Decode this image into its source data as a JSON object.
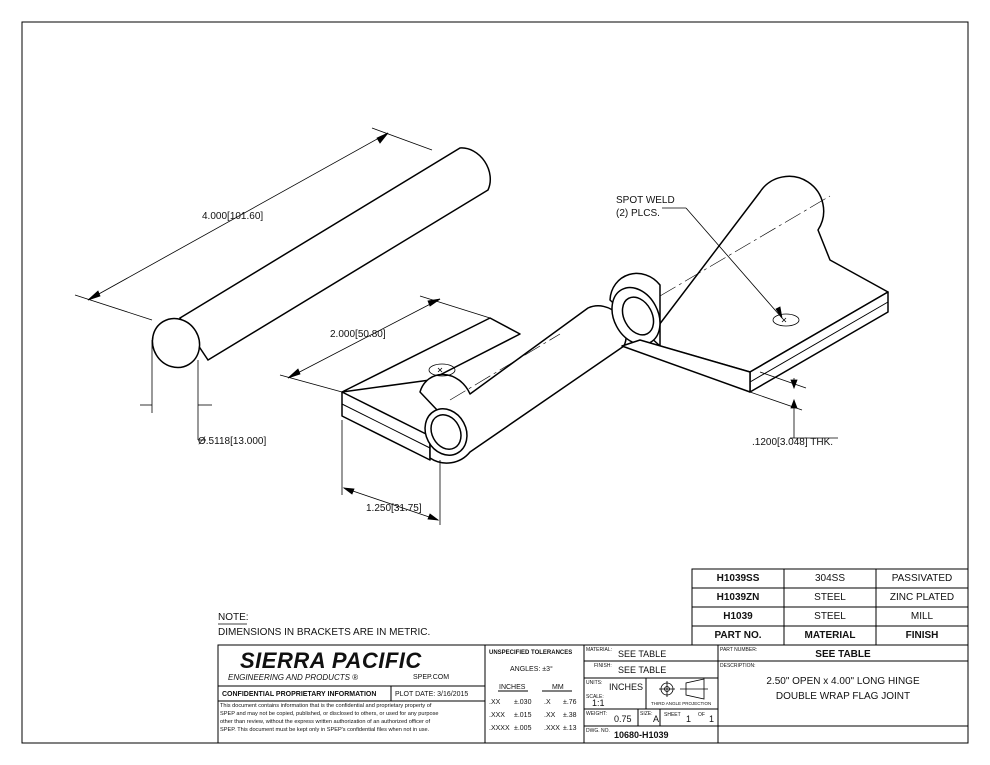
{
  "dimensions": {
    "rod_length": "4.000",
    "rod_length_mm": "101.60",
    "rod_dia_symbol": "Ø",
    "rod_dia": ".5118",
    "rod_dia_mm": "13.000",
    "leaf_width": "2.000",
    "leaf_width_mm": "50.80",
    "leaf_depth": "1.250",
    "leaf_depth_mm": "31.75",
    "thickness": ".1200",
    "thickness_mm": "3.048",
    "thickness_suffix": "THK."
  },
  "callouts": {
    "spot_weld_line1": "SPOT WELD",
    "spot_weld_line2": "(2) PLCS."
  },
  "note": {
    "heading": "NOTE:",
    "text": "DIMENSIONS IN BRACKETS ARE IN METRIC."
  },
  "parts_table": {
    "rows": [
      {
        "part": "H1039SS",
        "material": "304SS",
        "finish": "PASSIVATED"
      },
      {
        "part": "H1039ZN",
        "material": "STEEL",
        "finish": "ZINC PLATED"
      },
      {
        "part": "H1039",
        "material": "STEEL",
        "finish": "MILL"
      }
    ],
    "header": {
      "part": "PART NO.",
      "material": "MATERIAL",
      "finish": "FINISH"
    }
  },
  "title_block": {
    "company": "SIERRA PACIFIC",
    "company_sub": "ENGINEERING AND PRODUCTS",
    "company_mark": "®",
    "website": "SPEP.COM",
    "confidential_title": "CONFIDENTIAL PROPRIETARY INFORMATION",
    "plot_date": "PLOT DATE: 3/16/2015",
    "confidential_text": [
      "This document contains information that is the confidential and proprietary property of",
      "SPEP and may not be copied, published, or disclosed to others, or used for any purpose",
      "other than review, without the express written authorization of an authorized officer of",
      "SPEP. This document must be kept only in SPEP's confidential files when not in use."
    ],
    "tolerances_title": "UNSPECIFIED TOLERANCES",
    "angles": "ANGLES: ±3°",
    "inches_label": "INCHES",
    "mm_label": "MM",
    "tol_rows": [
      {
        "in_fmt": ".XX",
        "in_tol": "±.030",
        "mm_fmt": ".X",
        "mm_tol": "±.76"
      },
      {
        "in_fmt": ".XXX",
        "in_tol": "±.015",
        "mm_fmt": ".XX",
        "mm_tol": "±.38"
      },
      {
        "in_fmt": ".XXXX",
        "in_tol": "±.005",
        "mm_fmt": ".XXX",
        "mm_tol": "±.13"
      }
    ],
    "material_label": "MATERIAL:",
    "material": "SEE TABLE",
    "finish_label": "FINISH:",
    "finish": "SEE TABLE",
    "units_label": "UNITS:",
    "units": "INCHES",
    "scale_label": "SCALE:",
    "scale": "1:1",
    "projection_label": "THIRD ANGLE PROJECTION",
    "weight_label": "WEIGHT:",
    "weight": "0.75",
    "size_label": "SIZE:",
    "size": "A",
    "sheet_label": "SHEET",
    "sheet": "1",
    "of_label": "OF",
    "of": "1",
    "dwg_label": "DWG. NO.",
    "dwg": "10680-H1039",
    "partnumber_label": "PART NUMBER:",
    "partnumber": "SEE TABLE",
    "description_label": "DESCRIPTION:",
    "description_line1": "2.50\" OPEN x 4.00\" LONG HINGE",
    "description_line2": "DOUBLE WRAP FLAG JOINT"
  }
}
